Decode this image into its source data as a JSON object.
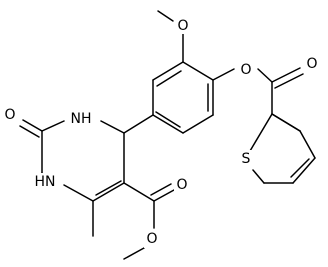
{
  "structure": {
    "atoms": {
      "O_methoxy": "O",
      "O_ester": "O",
      "O_ester_carbonyl": "O",
      "O_urea": "O",
      "NH_upper": "NH",
      "NH_lower": "HN",
      "S_thiophene": "S",
      "O_methyl_ester_carbonyl": "O",
      "O_methyl_ester_single": "O"
    }
  },
  "colors": {
    "bond": "#000000",
    "background": "#ffffff",
    "label": "#000000"
  }
}
